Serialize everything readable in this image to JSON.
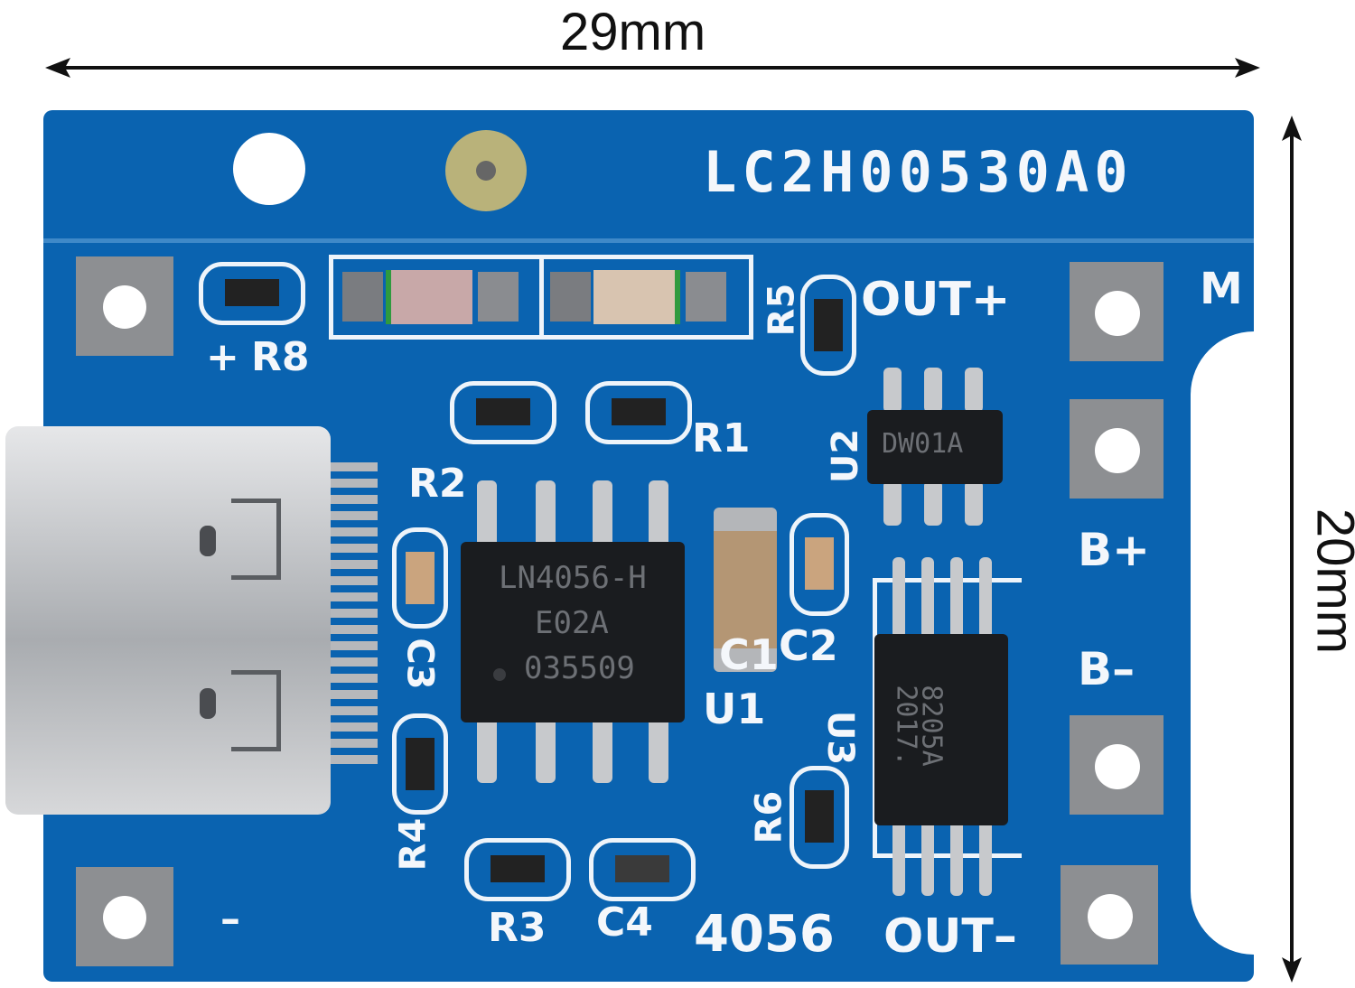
{
  "dimensions": {
    "width_label": "29mm",
    "height_label": "20mm"
  },
  "board": {
    "serial": "LC2H00530A0",
    "model": "4056",
    "colors": {
      "pcb": "#0a63b0",
      "silk": "#f4f7fb",
      "pad": "#8d8f92",
      "chip": "#1a1c1f"
    },
    "terminals": {
      "plus": "+",
      "minus": "–",
      "out_plus": "OUT+",
      "out_minus": "OUT–",
      "b_plus": "B+",
      "b_minus": "B–",
      "m": "M"
    },
    "refs": {
      "r1": "R1",
      "r2": "R2",
      "r3": "R3",
      "r4": "R4",
      "r5": "R5",
      "r6": "R6",
      "r8": "R8",
      "c1": "C1",
      "c2": "C2",
      "c3": "C3",
      "c4": "C4",
      "u1": "U1",
      "u2": "U2",
      "u3": "U3"
    },
    "chips": {
      "u1_lines": [
        "LN4056-H",
        "E02A",
        "035509"
      ],
      "u2_line": "DW01A",
      "u3_lines": [
        "8205A",
        "2017."
      ]
    }
  }
}
